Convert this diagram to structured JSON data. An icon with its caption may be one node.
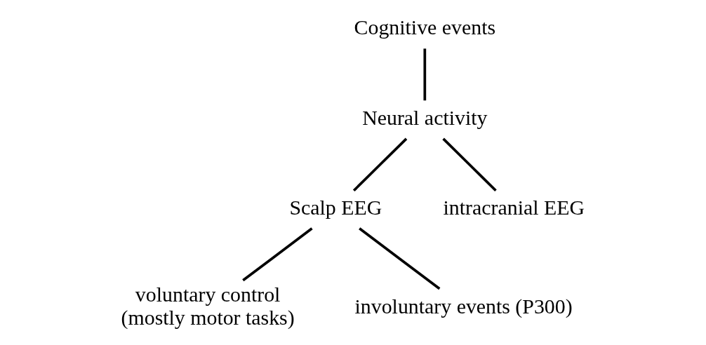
{
  "diagram": {
    "nodes": [
      {
        "text": [
          "Cognitive events"
        ]
      },
      {
        "text": [
          "Neural activity"
        ]
      },
      {
        "text": [
          "Scalp EEG"
        ]
      },
      {
        "text": [
          "intracranial EEG"
        ]
      },
      {
        "text": [
          "voluntary control (mostly motor tasks)"
        ]
      },
      {
        "text": [
          "involuntary events (P300)"
        ]
      }
    ],
    "edges": [
      {
        "from": 0,
        "to": 1,
        "arrow": "none"
      },
      {
        "from": 1,
        "to": 2,
        "arrow": "none"
      },
      {
        "from": 1,
        "to": 3,
        "arrow": "none"
      },
      {
        "from": 2,
        "to": 4,
        "arrow": "none"
      },
      {
        "from": 2,
        "to": 5,
        "arrow": "none"
      }
    ]
  }
}
